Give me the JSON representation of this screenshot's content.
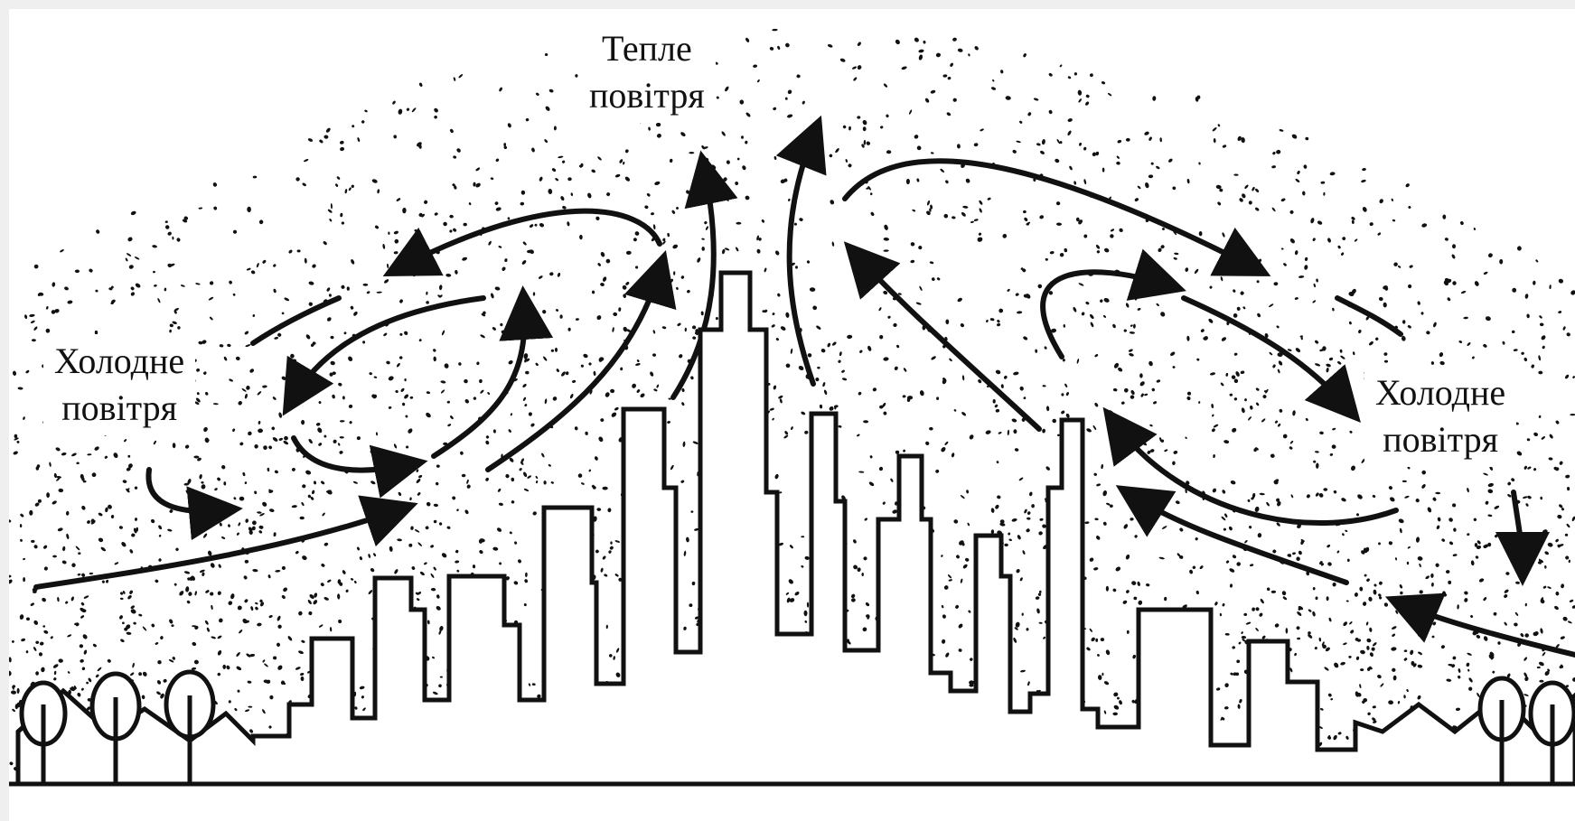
{
  "labels": {
    "warm_air": {
      "line1": "Тепле",
      "line2": "повітря"
    },
    "cold_air_left": {
      "line1": "Холодне",
      "line2": "повітря"
    },
    "cold_air_right": {
      "line1": "Холодне",
      "line2": "повітря"
    }
  },
  "colors": {
    "ink": "#111111",
    "paper": "#ffffff",
    "margin": "#efefef"
  }
}
